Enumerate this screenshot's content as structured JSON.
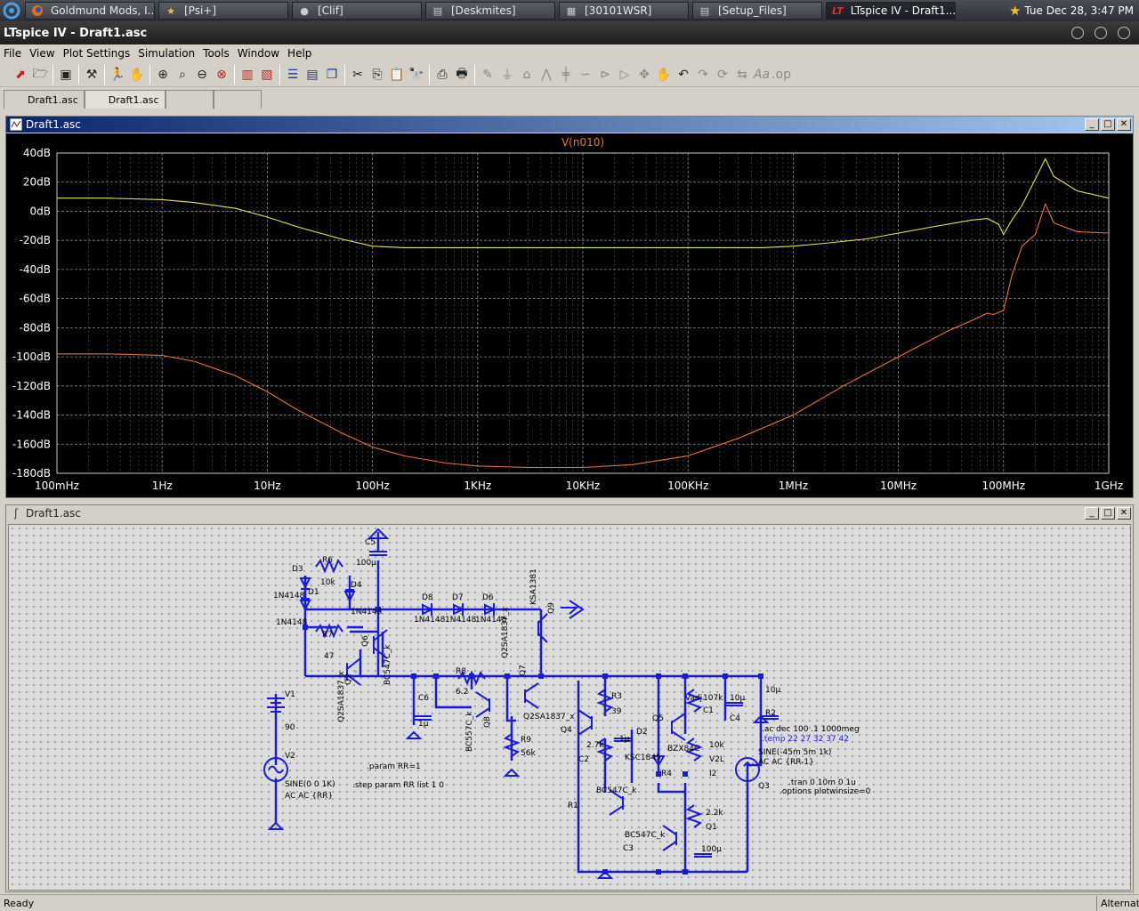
{
  "taskbar": {
    "items": [
      {
        "label": "Goldmund Mods, I...",
        "icon": "firefox-icon"
      },
      {
        "label": "[Psi+]",
        "icon": "star-icon"
      },
      {
        "label": "[Clif]",
        "icon": "chat-icon"
      },
      {
        "label": "[Deskmites]",
        "icon": "window-icon"
      },
      {
        "label": "[30101WSR]",
        "icon": "document-icon"
      },
      {
        "label": "[Setup_Files]",
        "icon": "window-icon"
      },
      {
        "label": "LTspice IV - Draft1....",
        "icon": "ltspice-icon"
      }
    ],
    "clock": "Tue Dec 28,  3:47 PM"
  },
  "window": {
    "title": "LTspice IV - Draft1.asc"
  },
  "menu": [
    "File",
    "View",
    "Plot Settings",
    "Simulation",
    "Tools",
    "Window",
    "Help"
  ],
  "tabs": [
    {
      "label": "Draft1.asc",
      "active": false
    },
    {
      "label": "Draft1.asc",
      "active": true
    },
    {
      "label": "",
      "active": false
    },
    {
      "label": "",
      "active": false
    }
  ],
  "plot_window": {
    "title": "Draft1.asc"
  },
  "schematic_window": {
    "title": "Draft1.asc"
  },
  "chart_data": {
    "type": "line",
    "title": "V(n010)",
    "xscale": "log",
    "xlim": [
      0.1,
      1000000000
    ],
    "x_ticks": [
      "100mHz",
      "1Hz",
      "10Hz",
      "100Hz",
      "1KHz",
      "10KHz",
      "100KHz",
      "1MHz",
      "10MHz",
      "100MHz",
      "1GHz"
    ],
    "ylim": [
      -180,
      40
    ],
    "y_ticks": [
      "40dB",
      "20dB",
      "0dB",
      "-20dB",
      "-40dB",
      "-60dB",
      "-80dB",
      "-100dB",
      "-120dB",
      "-140dB",
      "-160dB",
      "-180dB"
    ],
    "grid": true,
    "series": [
      {
        "color": "#e6e64a",
        "x": [
          0.1,
          0.3,
          1,
          2,
          5,
          10,
          20,
          50,
          100,
          200,
          1000,
          10000,
          100000,
          500000,
          1000000,
          2000000,
          5000000,
          10000000,
          20000000,
          50000000,
          70000000,
          90000000,
          100000000,
          120000000,
          150000000,
          200000000,
          250000000,
          300000000,
          500000000,
          1000000000
        ],
        "y": [
          9,
          9,
          8,
          6,
          2,
          -4,
          -11,
          -19,
          -24,
          -25,
          -25,
          -25,
          -25,
          -25,
          -24,
          -22,
          -19,
          -15,
          -11,
          -6,
          -5,
          -9,
          -16,
          -6,
          4,
          22,
          36,
          24,
          14,
          9
        ]
      },
      {
        "color": "#e8743c",
        "x": [
          0.1,
          0.3,
          1,
          2,
          5,
          10,
          20,
          50,
          100,
          200,
          500,
          1000,
          3000,
          10000,
          30000,
          100000,
          300000,
          1000000,
          3000000,
          10000000,
          30000000,
          50000000,
          70000000,
          80000000,
          100000000,
          120000000,
          150000000,
          200000000,
          250000000,
          300000000,
          500000000,
          1000000000
        ],
        "y": [
          -98,
          -98,
          -99,
          -103,
          -113,
          -124,
          -137,
          -152,
          -162,
          -168,
          -173,
          -175,
          -176,
          -176,
          -174,
          -168,
          -156,
          -140,
          -120,
          -100,
          -82,
          -75,
          -70,
          -71,
          -68,
          -44,
          -24,
          -16,
          5,
          -8,
          -14,
          -15
        ]
      }
    ]
  },
  "schematic": {
    "components": [
      "C5",
      "100µ",
      "D3",
      "R6",
      "10k",
      "D4",
      "D1",
      "1N4148",
      "1N4148",
      "1N4148",
      "R7",
      "47",
      "Q6",
      "BC547C_k",
      "Q2",
      "Q2SA1837_x",
      "V1",
      "90",
      "V2",
      "SINE(0 0 1K)",
      "AC AC {RR}",
      "D8",
      "D7",
      "D6",
      "1N4148",
      "1N4148",
      "1N4148",
      "Q9",
      "KSA1381",
      "R8",
      "6.2",
      "C6",
      "1µ",
      "Q7",
      "Q2SA1837_x",
      "Q8",
      "BC557C_k",
      "R9",
      "56k",
      "Q4",
      "Q2SA1837_x",
      "R3",
      "39",
      "Q5",
      "Vadj",
      "107k",
      "C1",
      "10µ",
      "C4",
      "10µ",
      "R2",
      "2.7k",
      "C2",
      "1µ",
      "KSC1845",
      "D2",
      "BZX84C",
      "R4",
      "10k",
      "V2L",
      "I2",
      "Q3",
      "BC547C_k",
      "R1",
      "2.2k",
      "Q1",
      "BC547C_k",
      "C3",
      "100µ"
    ],
    "directives": [
      ".param RR=1",
      ".step param RR list 1 0",
      ".ac dec 100 .1 1000meg",
      ".temp 22 27 32 37 42",
      "SINE(-45m 5m 1k)",
      "AC AC {RR-1}",
      ".tran 0 10m 0 1u",
      ".options plotwinsize=0"
    ]
  },
  "status": {
    "left": "Ready",
    "right": "Alternat"
  }
}
